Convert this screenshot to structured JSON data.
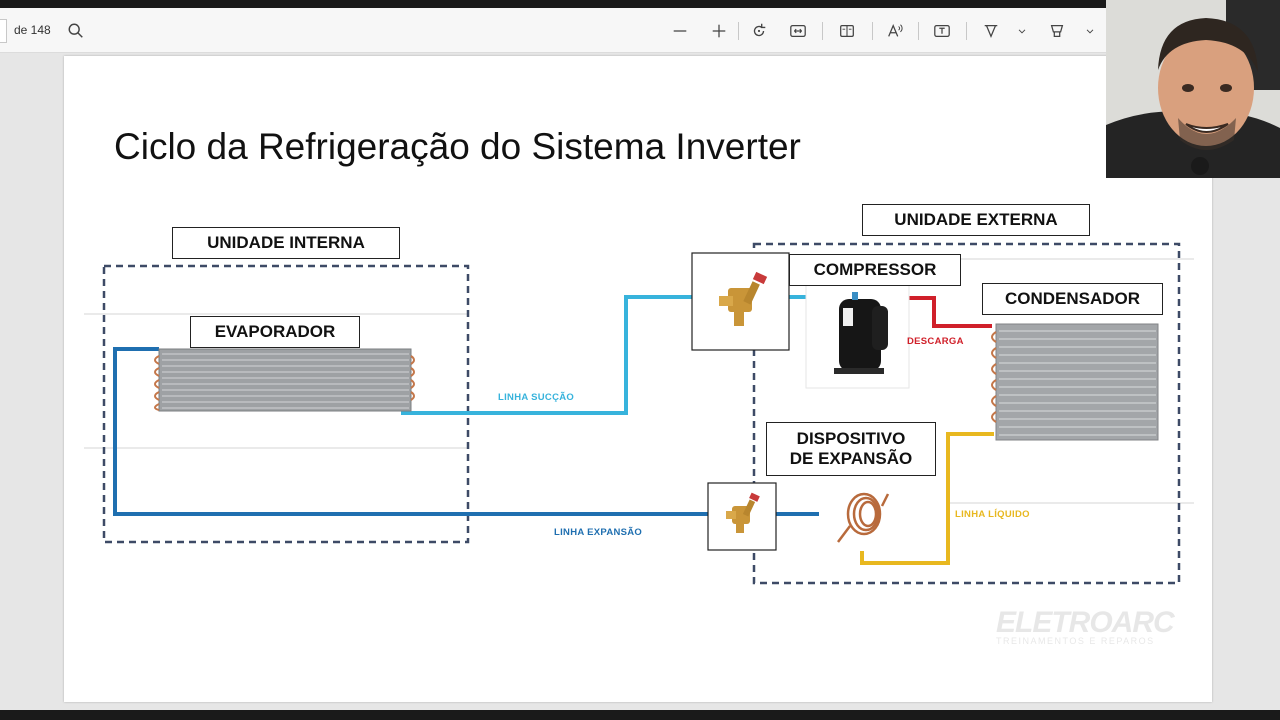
{
  "toolbar": {
    "page_count": "de 148",
    "icons": [
      "search-icon",
      "zoom-out-icon",
      "zoom-in-icon",
      "rotate-icon",
      "fit-width-icon",
      "page-view-icon",
      "read-aloud-icon",
      "text-box-icon",
      "draw-icon",
      "chevron-down-icon",
      "highlight-icon",
      "chevron-down-icon"
    ]
  },
  "slide": {
    "title": "Ciclo da Refrigeração do Sistema Inverter",
    "labels": {
      "unidade_interna": "UNIDADE INTERNA",
      "unidade_externa": "UNIDADE EXTERNA",
      "evaporador": "EVAPORADOR",
      "compressor": "COMPRESSOR",
      "condensador": "CONDENSADOR",
      "dispositivo_line1": "DISPOSITIVO",
      "dispositivo_line2": "DE EXPANSÃO"
    },
    "lines": {
      "succao": "LINHA SUCÇÃO",
      "expansao": "LINHA EXPANSÃO",
      "descarga": "DESCARGA",
      "liquido": "LINHA LÍQUIDO"
    },
    "colors": {
      "suction": "#37b3dc",
      "expansion": "#1f6fb0",
      "discharge": "#d0202a",
      "liquid": "#e8b820",
      "dashed_box": "#3d4a66"
    },
    "watermark": {
      "brand": "ELETROARC",
      "tagline": "TREINAMENTOS E REPAROS"
    }
  }
}
